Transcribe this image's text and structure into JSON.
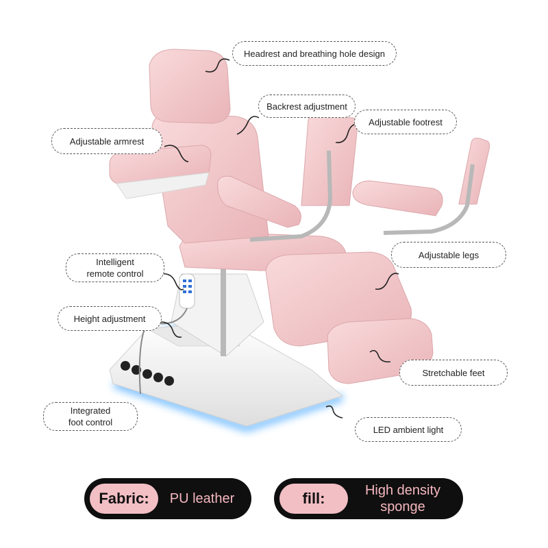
{
  "callouts": {
    "headrest": "Headrest and breathing hole design",
    "backrest": "Backrest adjustment",
    "footrest": "Adjustable footrest",
    "armrest": "Adjustable armrest",
    "legs": "Adjustable legs",
    "remote": "Intelligent\nremote control",
    "height": "Height adjustment",
    "feet": "Stretchable feet",
    "foot_control": "Integrated\nfoot control",
    "led": "LED ambient light"
  },
  "specs": {
    "fabric_label": "Fabric:",
    "fabric_value": "PU leather",
    "fill_label": "fill:",
    "fill_value": "High density\nsponge"
  },
  "colors": {
    "upholstery": "#f4c9cb",
    "upholstery_shadow": "#e2aeb2",
    "base": "#f7f7f7",
    "led_glow": "#4aa8ff",
    "pill_bg": "#0f0f0f",
    "pill_key": "#f2bfc4",
    "pill_text": "#f5b8bf"
  }
}
